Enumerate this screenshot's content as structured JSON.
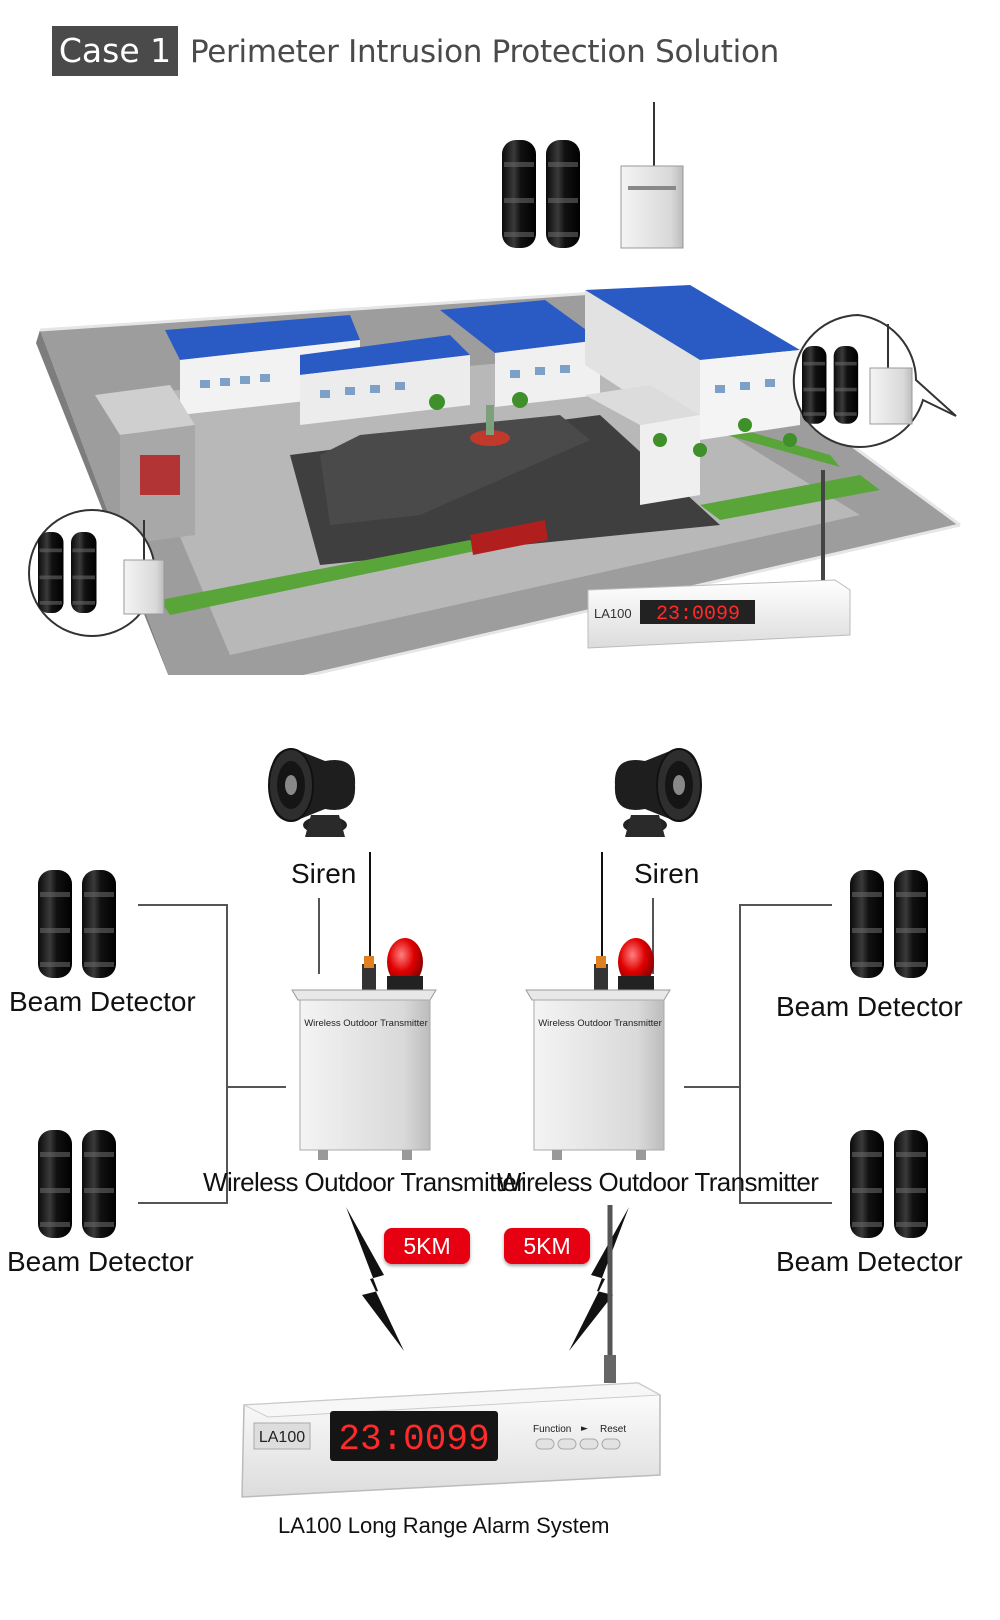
{
  "header": {
    "case_tag": "Case 1",
    "title": "Perimeter Intrusion Protection Solution"
  },
  "scene": {
    "receiver_model": "LA100",
    "receiver_display": "23:0099"
  },
  "diagram": {
    "siren_left": "Siren",
    "siren_right": "Siren",
    "beam_tl": "Beam Detector",
    "beam_bl": "Beam Detector",
    "beam_tr": "Beam Detector",
    "beam_br": "Beam Detector",
    "transmitter_left_label": "Wireless Outdoor Transmitter",
    "transmitter_right_label": "Wireless Outdoor Transmitter",
    "transmitter_box_text_left": "Wireless Outdoor Transmitter",
    "transmitter_box_text_right": "Wireless Outdoor Transmitter",
    "range_left": "5KM",
    "range_right": "5KM",
    "receiver": {
      "model": "LA100",
      "display": "23:0099",
      "function_label": "Function",
      "reset_label": "Reset"
    },
    "system_caption": "LA100 Long Range Alarm System"
  },
  "colors": {
    "header_bg": "#4a4a4a",
    "badge": "#e60012",
    "roof_blue": "#2a5bc4",
    "display_red": "#ff2a2a"
  }
}
